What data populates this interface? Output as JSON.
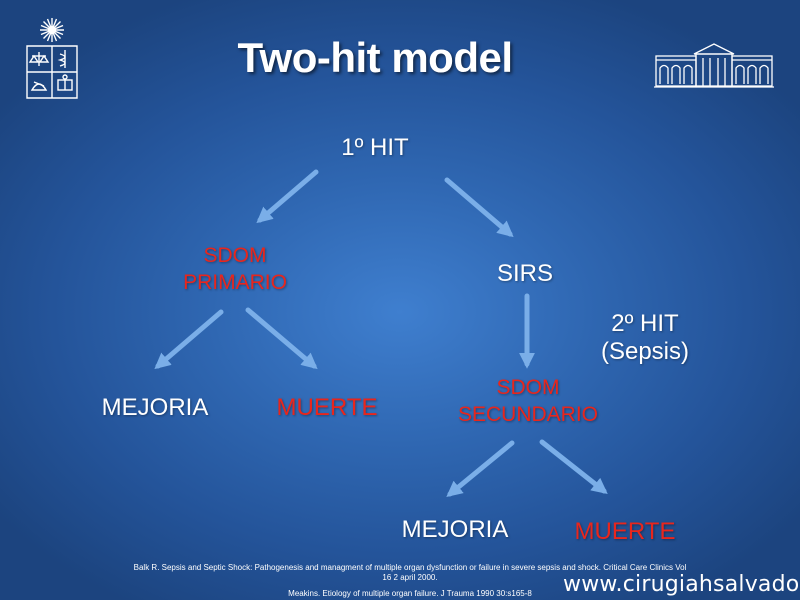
{
  "title": "Two-hit model",
  "nodes": {
    "first_hit": "1º HIT",
    "sdom_primario_line1": "SDOM",
    "sdom_primario_line2": "PRIMARIO",
    "sirs": "SIRS",
    "second_hit_line1": "2º HIT",
    "second_hit_line2": "(Sepsis)",
    "mejoria_1": "MEJORIA",
    "muerte_1": "MUERTE",
    "sdom_secundario_line1": "SDOM",
    "sdom_secundario_line2": "SECUNDARIO",
    "mejoria_2": "MEJORIA",
    "muerte_2": "MUERTE"
  },
  "references": {
    "line1": "Balk R. Sepsis and Septic Shock: Pathogenesis and managment of multiple organ dysfunction or failure in severe sepsis and shock. Critical Care Clinics Vol",
    "line2": "16 2 april 2000.",
    "line3": "Meakins. Etiology of multiple organ failure. J Trauma 1990 30:s165-8"
  },
  "website": "www.cirugiahsalvador.cl",
  "colors": {
    "background": "#2f67b2",
    "text": "#ffffff",
    "highlight": "#e8261d",
    "arrow": "#7aaee8"
  },
  "icons": [
    "university-crest-icon",
    "university-building-icon"
  ]
}
